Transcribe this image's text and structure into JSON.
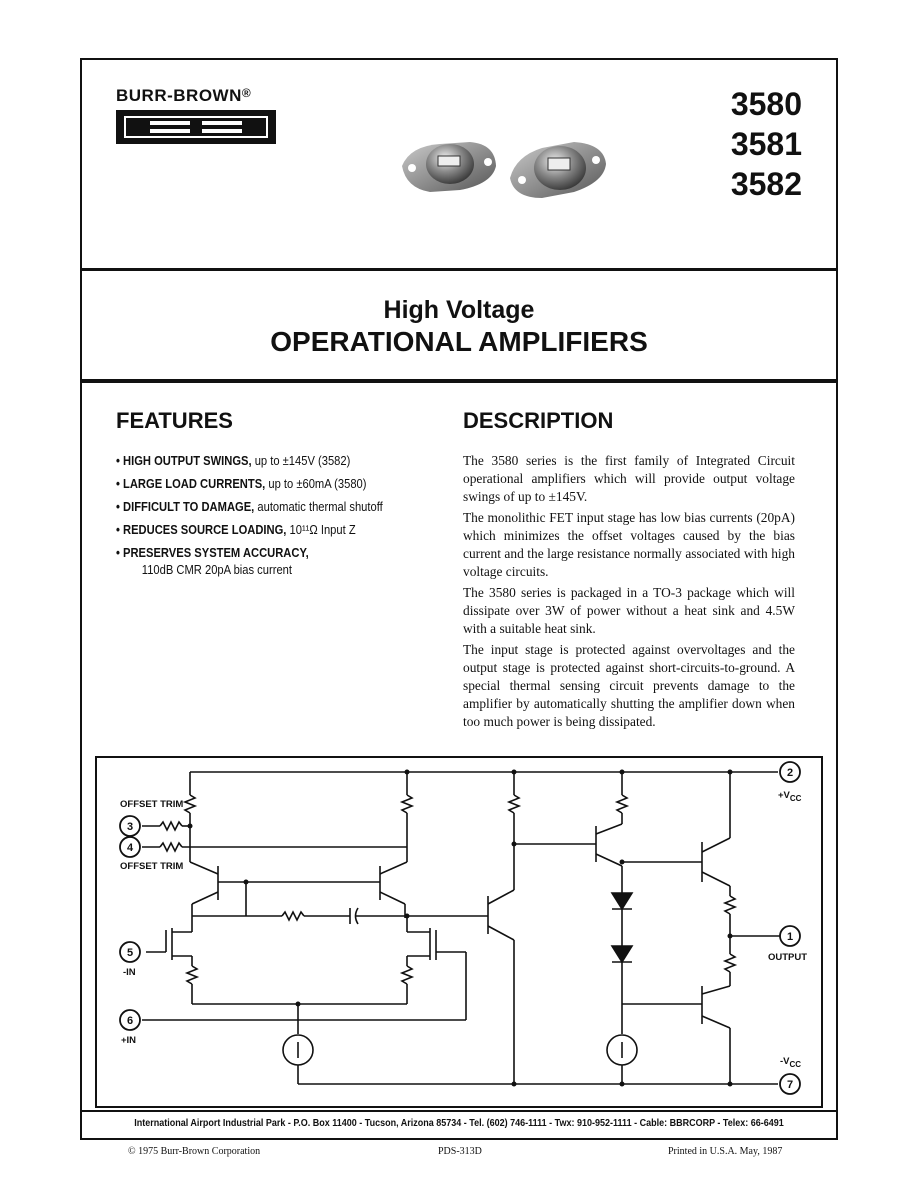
{
  "brand": {
    "name": "BURR-BROWN",
    "mark": "®",
    "logo_letters": "BB"
  },
  "part_numbers": [
    "3580",
    "3581",
    "3582"
  ],
  "title": {
    "line1": "High Voltage",
    "line2": "OPERATIONAL AMPLIFIERS"
  },
  "features": {
    "heading": "FEATURES",
    "items": [
      {
        "bold": "HIGH OUTPUT SWINGS,",
        "rest": " up to ±145V (3582)"
      },
      {
        "bold": "LARGE LOAD CURRENTS,",
        "rest": " up to ±60mA (3580)"
      },
      {
        "bold": "DIFFICULT TO DAMAGE,",
        "rest": " automatic thermal shutoff"
      },
      {
        "bold": "REDUCES SOURCE LOADING,",
        "rest": " 10¹¹Ω Input Z"
      },
      {
        "bold": "PRESERVES SYSTEM ACCURACY,",
        "rest": "",
        "cont": "110dB CMR 20pA bias current"
      }
    ]
  },
  "description": {
    "heading": "DESCRIPTION",
    "paragraphs": [
      "The 3580 series is the first family of Integrated Circuit operational amplifiers which will provide output voltage swings of up to ±145V.",
      "The monolithic FET input stage has low bias currents (20pA) which minimizes the offset voltages caused by the bias current and the large resistance normally associated with high voltage circuits.",
      "The 3580 series is packaged in a TO-3 package which will dissipate over 3W of power without a heat sink and 4.5W with a suitable heat sink.",
      "The input stage is protected against overvoltages and the output stage is protected against short-circuits-to-ground. A special thermal sensing circuit prevents damage to the amplifier by automatically shutting the amplifier down when too much power is being dissipated."
    ]
  },
  "schematic": {
    "labels": {
      "offset_trim_top": "OFFSET TRIM",
      "offset_trim_bottom": "OFFSET TRIM",
      "pin3": "3",
      "pin4": "4",
      "pin5": "5",
      "pin6": "6",
      "pin2": "2",
      "pin1": "1",
      "pin7": "7",
      "minus_in": "-IN",
      "plus_in": "+IN",
      "vcc_pos": "+V",
      "vcc_neg": "-V",
      "cc": "CC",
      "output": "OUTPUT"
    }
  },
  "footer": {
    "address": "International Airport Industrial Park - P.O. Box 11400 - Tucson, Arizona 85734 - Tel. (602) 746-1111 - Twx: 910-952-1111 - Cable: BBRCORP - Telex: 66-6491",
    "copyright": "© 1975 Burr-Brown Corporation",
    "doc_number": "PDS-313D",
    "printed": "Printed in U.S.A. May, 1987"
  }
}
